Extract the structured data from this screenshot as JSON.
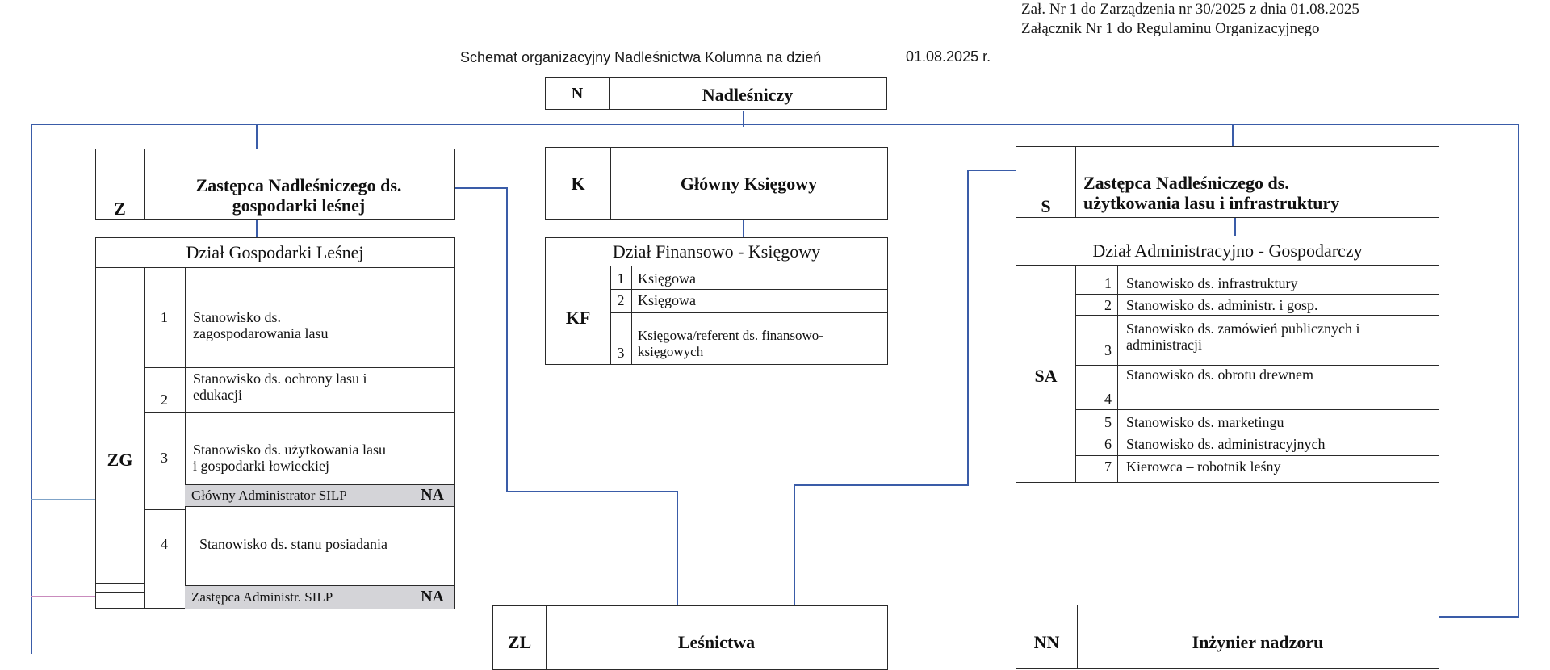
{
  "header": {
    "line1": "Zał. Nr 1 do Zarządzenia nr 30/2025  z dnia 01.08.2025",
    "line2": "Załącznik Nr 1 do Regulaminu Organizacyjnego"
  },
  "title": {
    "text": "Schemat organizacyjny Nadleśnictwa Kolumna na dzień",
    "date": "01.08.2025 r."
  },
  "colors": {
    "connector": "#3a5ca8",
    "na_fill": "#d4d4d8",
    "border": "#2a2a2a"
  },
  "top": {
    "code": "N",
    "name": "Nadleśniczy"
  },
  "z": {
    "code": "Z",
    "name_line1": "Zastępca Nadleśniczego ds.",
    "name_line2": "gospodarki leśnej",
    "dept": {
      "name": "Dział Gospodarki Leśnej",
      "code": "ZG",
      "items": [
        {
          "num": "1",
          "line1": "Stanowisko ds.",
          "line2": "zagospodarowania lasu"
        },
        {
          "num": "2",
          "line1": "Stanowisko ds. ochrony lasu i",
          "line2": "edukacji"
        },
        {
          "num": "3",
          "line1": "Stanowisko ds. użytkowania lasu",
          "line2": "i gospodarki łowieckiej"
        },
        {
          "num": "4",
          "line1": "Stanowisko ds. stanu posiadania",
          "line2": ""
        }
      ],
      "na_rows": [
        {
          "label": "Główny Administrator SILP",
          "code": "NA"
        },
        {
          "label": "Zastępca Administr.  SILP",
          "code": "NA"
        }
      ]
    }
  },
  "k": {
    "code": "K",
    "name": "Główny Księgowy",
    "dept": {
      "name": "Dział Finansowo - Księgowy",
      "code": "KF",
      "items": [
        {
          "num": "1",
          "line1": "Księgowa",
          "line2": ""
        },
        {
          "num": "2",
          "line1": "Księgowa",
          "line2": ""
        },
        {
          "num": "3",
          "line1": "Księgowa/referent ds. finansowo-",
          "line2": "księgowych"
        }
      ]
    }
  },
  "s": {
    "code": "S",
    "name_line1": "Zastępca Nadleśniczego ds.",
    "name_line2": "użytkowania lasu i infrastruktury",
    "dept": {
      "name": "Dział Administracyjno - Gospodarczy",
      "code": "SA",
      "items": [
        {
          "num": "1",
          "line1": "Stanowisko ds. infrastruktury",
          "line2": ""
        },
        {
          "num": "2",
          "line1": "Stanowisko ds. administr. i gosp.",
          "line2": ""
        },
        {
          "num": "3",
          "line1": "Stanowisko ds. zamówień publicznych i",
          "line2": "administracji"
        },
        {
          "num": "4",
          "line1": "Stanowisko ds. obrotu drewnem",
          "line2": ""
        },
        {
          "num": "5",
          "line1": "Stanowisko ds. marketingu",
          "line2": ""
        },
        {
          "num": "6",
          "line1": "Stanowisko ds. administracyjnych",
          "line2": ""
        },
        {
          "num": "7",
          "line1": "Kierowca – robotnik leśny",
          "line2": ""
        }
      ]
    }
  },
  "zl": {
    "code": "ZL",
    "name": "Leśnictwa"
  },
  "nn": {
    "code": "NN",
    "name": "Inżynier nadzoru"
  }
}
